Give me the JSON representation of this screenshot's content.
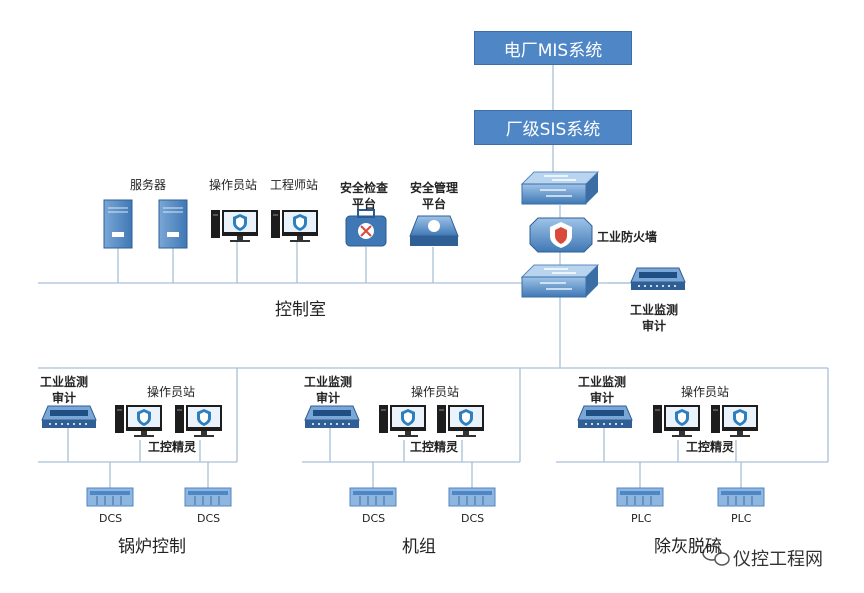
{
  "top": {
    "mis_label": "电厂MIS系统",
    "sis_label": "厂级SIS系统"
  },
  "control_room": {
    "label": "控制室",
    "server_label": "服务器",
    "operator_label": "操作员站",
    "engineer_label": "工程师站",
    "safety_check_label": "安全检查\n平台",
    "safety_mgmt_label": "安全管理\n平台",
    "firewall_label": "工业防火墙",
    "audit_label": "工业监测\n审计"
  },
  "zones": [
    {
      "name": "锅炉控制",
      "audit_label": "工业监测\n审计",
      "operator_label": "操作员站",
      "agent_label": "工控精灵",
      "controllers": [
        "DCS",
        "DCS"
      ]
    },
    {
      "name": "机组",
      "audit_label": "工业监测\n审计",
      "operator_label": "操作员站",
      "agent_label": "工控精灵",
      "controllers": [
        "DCS",
        "DCS"
      ]
    },
    {
      "name": "除灰脱硫",
      "audit_label": "工业监测\n审计",
      "operator_label": "操作员站",
      "agent_label": "工控精灵",
      "controllers": [
        "PLC",
        "PLC"
      ]
    }
  ],
  "watermark": "仪控工程网",
  "colors": {
    "line": "#a9bfd6",
    "box": "#4f86c6",
    "device": "#3f78b5",
    "device_light": "#7aa7d6"
  }
}
